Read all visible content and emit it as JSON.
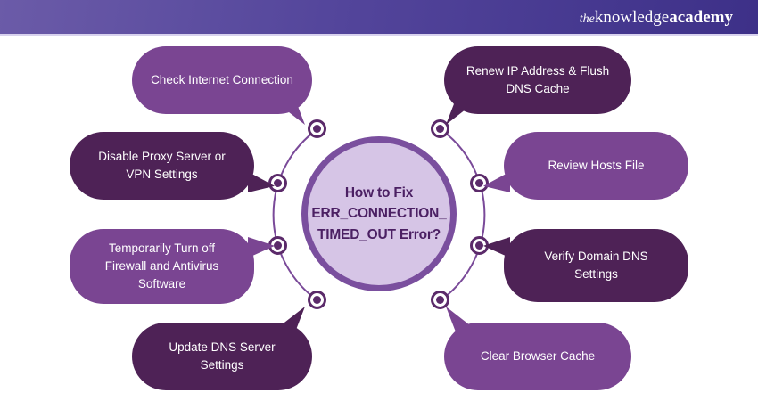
{
  "header": {
    "logo_the": "the",
    "logo_knowledge": "knowledge",
    "logo_academy": "academy"
  },
  "center": {
    "title_lines": [
      "How to Fix",
      "ERR_CONNECTION_",
      "TIMED_OUT Error?"
    ]
  },
  "bubbles": [
    {
      "id": "check-internet-connection",
      "label": "Check Internet Connection",
      "tone": "medium"
    },
    {
      "id": "renew-ip-flush-dns",
      "label": "Renew IP Address & Flush DNS Cache",
      "tone": "dark"
    },
    {
      "id": "disable-proxy-vpn",
      "label": "Disable Proxy Server or VPN Settings",
      "tone": "dark"
    },
    {
      "id": "review-hosts-file",
      "label": "Review Hosts File",
      "tone": "medium"
    },
    {
      "id": "turn-off-firewall-antivirus",
      "label": "Temporarily Turn off Firewall and Antivirus Software",
      "tone": "medium"
    },
    {
      "id": "verify-domain-dns",
      "label": "Verify Domain DNS Settings",
      "tone": "dark"
    },
    {
      "id": "update-dns-server",
      "label": "Update DNS Server Settings",
      "tone": "dark"
    },
    {
      "id": "clear-browser-cache",
      "label": "Clear Browser Cache",
      "tone": "medium"
    }
  ],
  "colors": {
    "header_gradient_left": "#6b5ba8",
    "header_gradient_right": "#3d3088",
    "bubble_medium": "#7a4592",
    "bubble_dark": "#4e2256",
    "bubble_text": "#ffffff",
    "circle_fill": "#d6c5e6",
    "circle_border": "#7a4f9e",
    "title_text": "#4b2063",
    "ring_line": "#7a4a99",
    "node": "#5b2a6a"
  }
}
